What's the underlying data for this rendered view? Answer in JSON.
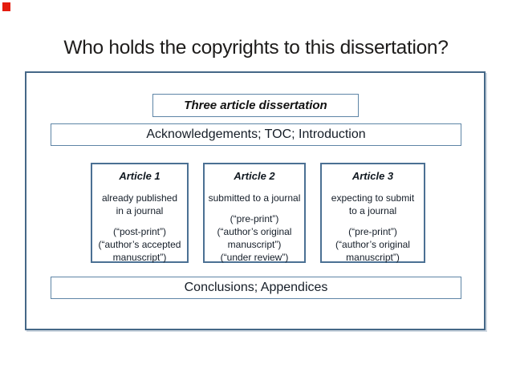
{
  "slide": {
    "title": "Who holds the copyrights to this dissertation?"
  },
  "colors": {
    "marker_red": "#e41c0e",
    "outer_border": "#456887",
    "inner_border": "#5e85a6",
    "article_border": "#4b7093",
    "title_text": "#1e1c1b",
    "body_text": "#141d28"
  },
  "diagram": {
    "top_box": {
      "label": "Three article dissertation"
    },
    "intro_bar": {
      "label": "Acknowledgements; TOC; Introduction"
    },
    "articles": [
      {
        "label": "Article 1",
        "lines": [
          "",
          "already published",
          "in a journal",
          "",
          "(“post-print”)",
          "(“author’s accepted",
          "manuscript”)"
        ]
      },
      {
        "label": "Article 2",
        "lines": [
          "",
          "submitted to a journal",
          "",
          "(“pre-print”)",
          "(“author’s original",
          "manuscript”)",
          "(“under review”)"
        ]
      },
      {
        "label": "Article 3",
        "lines": [
          "",
          "expecting to submit",
          "to a journal",
          "",
          "(“pre-print”)",
          "(“author’s original",
          "manuscript”)"
        ]
      }
    ],
    "outro_bar": {
      "label": "Conclusions; Appendices"
    }
  }
}
